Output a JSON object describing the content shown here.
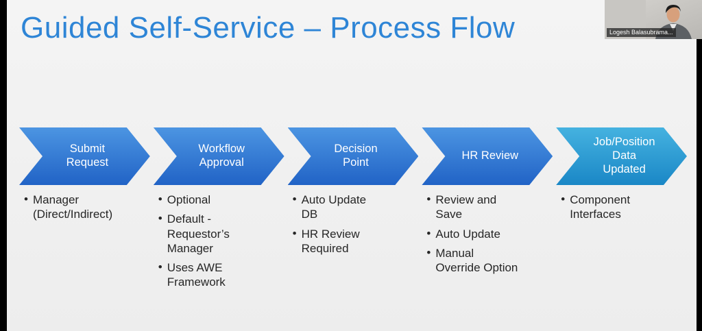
{
  "slide": {
    "title": "Guided Self-Service – Process Flow"
  },
  "process": {
    "steps": [
      {
        "label": "Submit\nRequest",
        "color_top": "#4c95e2",
        "color_bottom": "#2163c6",
        "bullets": [
          "Manager\n(Direct/Indirect)"
        ]
      },
      {
        "label": "Workflow\nApproval",
        "color_top": "#4c95e2",
        "color_bottom": "#2163c6",
        "bullets": [
          "Optional",
          "Default -\nRequestor’s\nManager",
          "Uses AWE\nFramework"
        ]
      },
      {
        "label": "Decision\nPoint",
        "color_top": "#4c95e2",
        "color_bottom": "#2163c6",
        "bullets": [
          "Auto Update\nDB",
          "HR Review\nRequired"
        ]
      },
      {
        "label": "HR Review",
        "color_top": "#4c95e2",
        "color_bottom": "#2163c6",
        "bullets": [
          "Review and\nSave",
          "Auto Update",
          "Manual\nOverride Option"
        ]
      },
      {
        "label": "Job/Position\nData\nUpdated",
        "color_top": "#45b2e0",
        "color_bottom": "#1a87c6",
        "bullets": [
          "Component\nInterfaces"
        ]
      }
    ]
  },
  "webcam": {
    "name": "Logesh Balasubrama..."
  },
  "colors": {
    "title": "#2e85d6",
    "slide_background": "#f1f1f1",
    "arrow_text": "#ffffff",
    "bullet_text": "#262626",
    "edge_bars": "#000000"
  }
}
